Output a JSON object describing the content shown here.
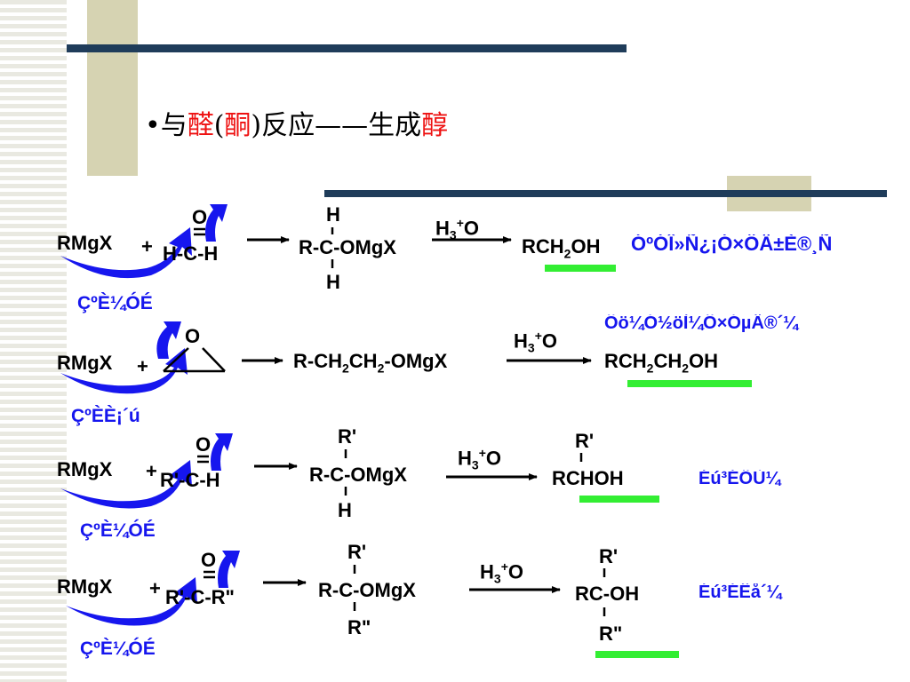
{
  "title": {
    "bullet": "•",
    "p1": "与",
    "p2": "醛",
    "p3": "(",
    "p4": "酮",
    "p5": ")",
    "p6": "反应——生成",
    "p7": "醇"
  },
  "colors": {
    "arrow_blue": "#1616ee",
    "highlight": "#33ee33",
    "title_red": "#ee1111",
    "bar": "#1f3c5a",
    "block": "#d6d3b2"
  },
  "reactions": [
    {
      "reagent": "RMgX",
      "plus": "+",
      "carbonyl_o": "O",
      "carbonyl_main": "H-C-H",
      "adduct_top": "H",
      "adduct_main": "R-C-OMgX",
      "adduct_bottom": "H",
      "reagent_label": "H3+O",
      "product_main": "RCH2OH",
      "caption": "ÇºÈ¼ÓÉ",
      "note": "ÓºÓÎ»Ñ¿¡Ó×ÖÄ±È®¸Ñ"
    },
    {
      "reagent": "RMgX",
      "plus": "+",
      "epoxide_o": "O",
      "adduct_main": "R-CH2CH2-OMgX",
      "reagent_label": "H3+O",
      "product_main": "RCH2CH2OH",
      "caption": "ÇºÈÈ¡´ú",
      "note": "Ôö¼Ó½öÌ¼Ô­×ÓµÄ®´¼"
    },
    {
      "reagent": "RMgX",
      "plus": "+",
      "carbonyl_o": "O",
      "carbonyl_main": "R'-C-H",
      "adduct_top": "R'",
      "adduct_main": "R-C-OMgX",
      "adduct_bottom": "H",
      "reagent_label": "H3+O",
      "product_top": "R'",
      "product_main": "RCHOH",
      "caption": "ÇºÈ¼ÓÉ",
      "note": "Éú³ÉÖÙ¼"
    },
    {
      "reagent": "RMgX",
      "plus": "+",
      "carbonyl_o": "O",
      "carbonyl_main": "R'-C-R\"",
      "adduct_top": "R'",
      "adduct_main": "R-C-OMgX",
      "adduct_bottom": "R\"",
      "reagent_label": "H3+O",
      "product_top": "R'",
      "product_main": "RC-OH",
      "product_bottom": "R\"",
      "caption": "ÇºÈ¼ÓÉ",
      "note": "Éú³ÉÊå´¼"
    }
  ]
}
